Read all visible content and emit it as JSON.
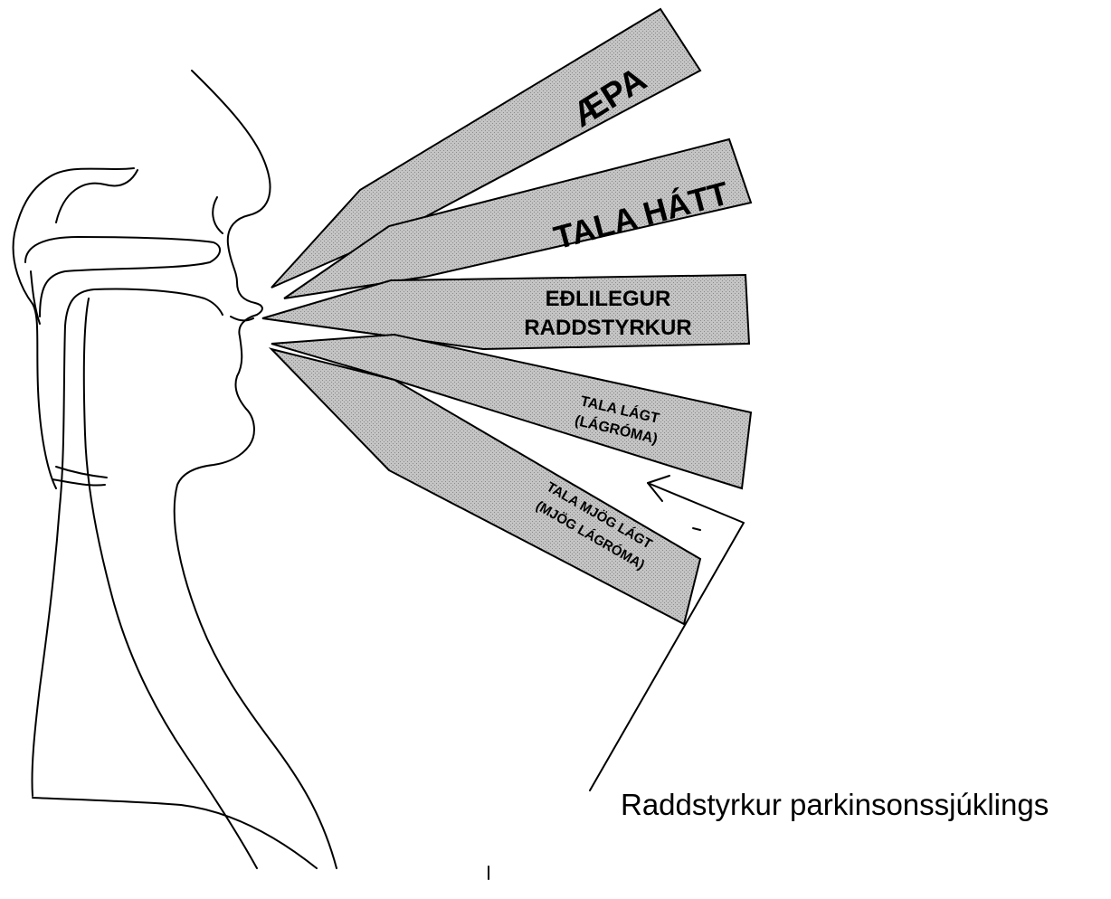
{
  "labels": {
    "scream": "ÆPA",
    "loud": "TALA HÁTT",
    "normal_line1": "EÐLILEGUR",
    "normal_line2": "RADDSTYRKUR",
    "soft_line1": "TALA LÁGT",
    "soft_line2": "(LÁGRÓMA)",
    "very_soft_line1": "TALA MJÖG LÁGT",
    "very_soft_line2": "(MJÖG LÁGRÓMA)"
  },
  "caption": "Raddstyrkur parkinsonssjúklings",
  "colors": {
    "beam_fill": "#bdbdbd",
    "line": "#000000",
    "background": "#ffffff"
  }
}
